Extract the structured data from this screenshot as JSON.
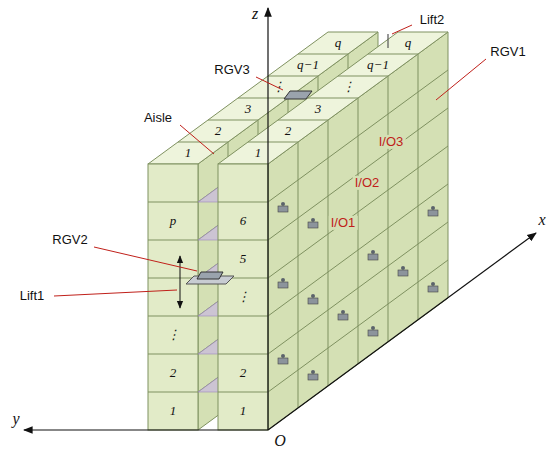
{
  "diagram": {
    "labels": [
      "z",
      "Lift2",
      "RGV3",
      "RGV1",
      "Aisle",
      "RGV2",
      "Lift1",
      "y",
      "O",
      "x",
      "I/O1",
      "I/O2",
      "I/O3",
      "1",
      "2",
      "3",
      "⋮",
      "q−1",
      "q",
      "1",
      "2",
      "3",
      "⋮",
      "q−1",
      "q",
      "p",
      "⋮",
      "2",
      "1",
      "6",
      "5",
      "⋮",
      "2",
      "1"
    ]
  }
}
